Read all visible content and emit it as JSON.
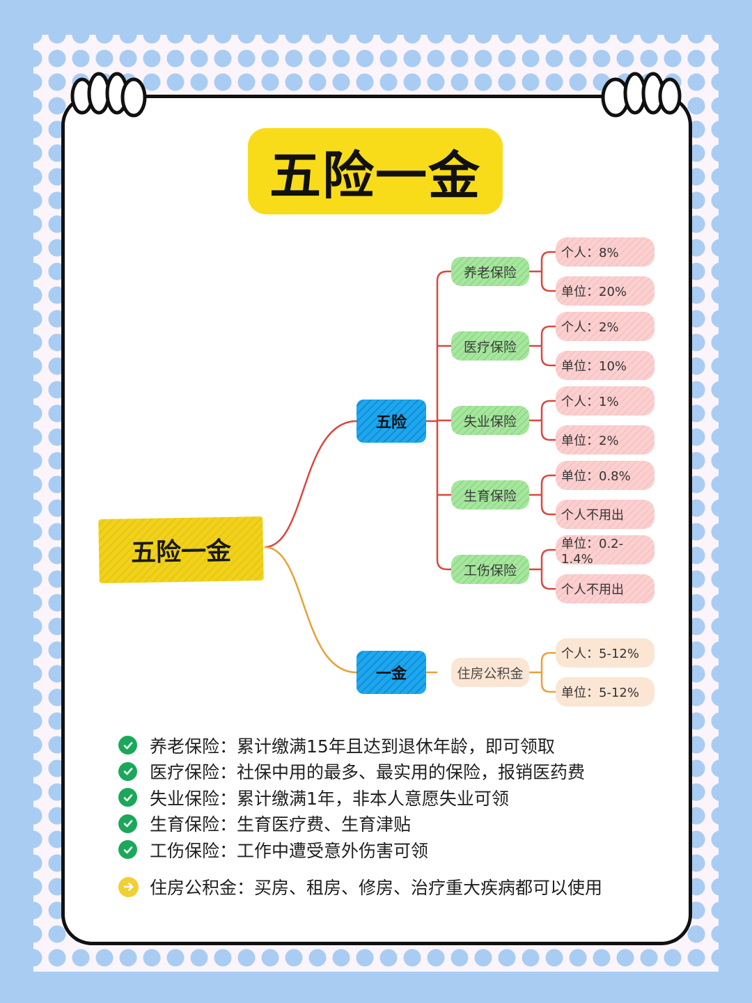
{
  "title": "五险一金",
  "colors": {
    "background": "#a9ccf3",
    "title_bg": "#f8dc1a",
    "root_bg": "#f0d21c",
    "mid_bg": "#1ea7ee",
    "insurance_bg": "#a8e6a0",
    "fund_bg": "#fbe5d3",
    "leaf_bg": "#fbd0d0",
    "line_red": "#d9473d",
    "line_orange": "#e8a13a",
    "check_green": "#1aa85a"
  },
  "mindmap": {
    "root": "五险一金",
    "branches": [
      {
        "label": "五险",
        "items": [
          {
            "label": "养老保险",
            "leaves": [
              "个人：8%",
              "单位：20%"
            ]
          },
          {
            "label": "医疗保险",
            "leaves": [
              "个人：2%",
              "单位：10%"
            ]
          },
          {
            "label": "失业保险",
            "leaves": [
              "个人：1%",
              "单位：2%"
            ]
          },
          {
            "label": "生育保险",
            "leaves": [
              "单位：0.8%",
              "个人不用出"
            ]
          },
          {
            "label": "工伤保险",
            "leaves": [
              "单位：0.2-1.4%",
              "个人不用出"
            ]
          }
        ]
      },
      {
        "label": "一金",
        "items": [
          {
            "label": "住房公积金",
            "leaves": [
              "个人：5-12%",
              "单位：5-12%"
            ]
          }
        ]
      }
    ]
  },
  "notes": [
    {
      "icon": "check-icon",
      "text": "养老保险：累计缴满15年且达到退休年龄，即可领取"
    },
    {
      "icon": "check-icon",
      "text": "医疗保险：社保中用的最多、最实用的保险，报销医药费"
    },
    {
      "icon": "check-icon",
      "text": "失业保险：累计缴满1年，非本人意愿失业可领"
    },
    {
      "icon": "check-icon",
      "text": "生育保险：生育医疗费、生育津贴"
    },
    {
      "icon": "check-icon",
      "text": "工伤保险：工作中遭受意外伤害可领"
    },
    {
      "icon": "arrow-right-icon",
      "text": "住房公积金：买房、租房、修房、治疗重大疾病都可以使用"
    }
  ]
}
